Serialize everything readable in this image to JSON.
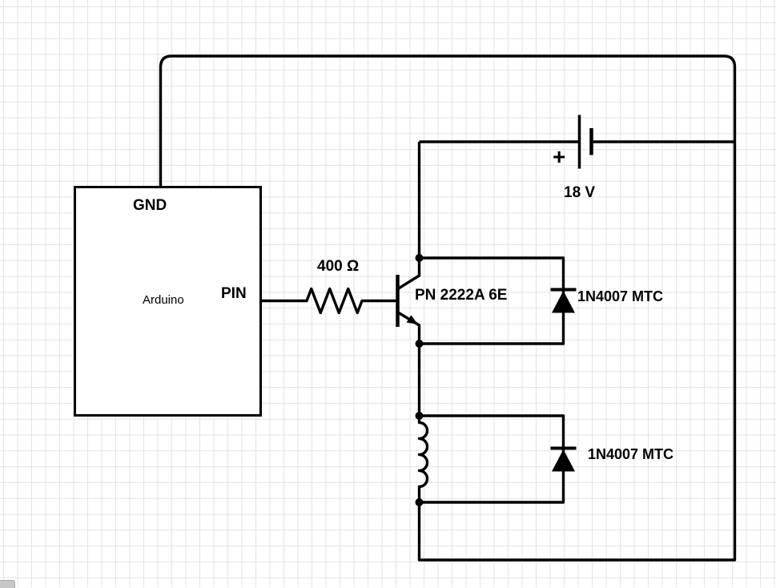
{
  "canvas": {
    "background_color": "#ffffff",
    "grid_color": "#e3e3e3",
    "stroke_color": "#000000",
    "scrollbar_color": "#c7c7c7"
  },
  "schematic": {
    "arduino_block": {
      "title": "Arduino",
      "pins": [
        {
          "label": "GND"
        },
        {
          "label": "PIN"
        }
      ]
    },
    "resistor": {
      "value": "400 Ω"
    },
    "transistor": {
      "label": "PN 2222A 6E"
    },
    "battery": {
      "polarity": "+",
      "voltage": "18 V"
    },
    "diodes": [
      {
        "label": "1N4007 MTC"
      },
      {
        "label": "1N4007 MTC"
      }
    ],
    "coil": {
      "type": "inductor-coil"
    }
  }
}
